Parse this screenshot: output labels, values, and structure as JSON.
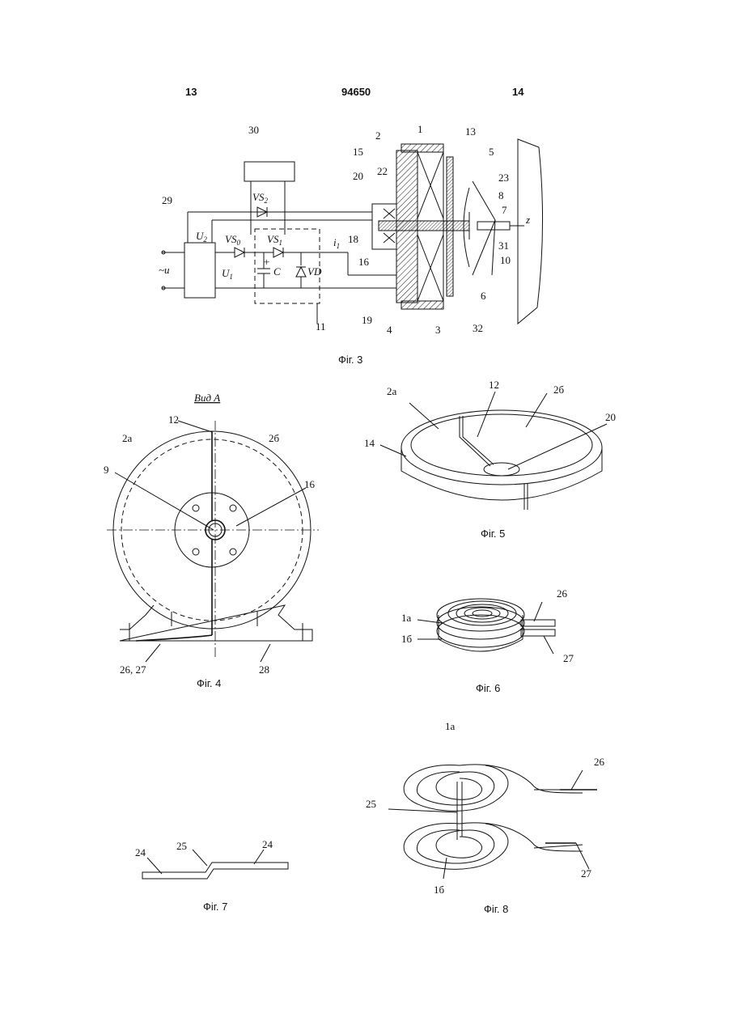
{
  "page_header": {
    "left_page": "13",
    "patent_number": "94650",
    "right_page": "14"
  },
  "captions": {
    "fig3": "Фіг. 3",
    "fig4": "Фіг. 4",
    "fig5": "Фіг. 5",
    "fig6": "Фіг. 6",
    "fig7": "Фіг. 7",
    "fig8": "Фіг. 8"
  },
  "fig3_labels": {
    "l30": "30",
    "l2": "2",
    "l1": "1",
    "l13": "13",
    "l15": "15",
    "l5": "5",
    "l23": "23",
    "l8": "8",
    "l7": "7",
    "lz": "z",
    "l20": "20",
    "l22": "22",
    "l29": "29",
    "l18": "18",
    "l16": "16",
    "l19": "19",
    "l4": "4",
    "l3": "3",
    "l6": "6",
    "l10": "10",
    "l31": "31",
    "l32": "32",
    "l11": "11",
    "vs2": "VS",
    "vs2_sub": "2",
    "vs0": "VS",
    "vs0_sub": "0",
    "vs1": "VS",
    "vs1_sub": "1",
    "u2": "U",
    "u2_sub": "2",
    "u1": "U",
    "u1_sub": "1",
    "u": "~u",
    "c": "C",
    "vd": "VD",
    "plus": "+",
    "i1": "i",
    "i1_sub": "1"
  },
  "fig4_labels": {
    "title": "Вид А",
    "l12": "12",
    "l2a": "2а",
    "l2b": "2б",
    "l9": "9",
    "l16": "16",
    "l2627": "26, 27",
    "l28": "28"
  },
  "fig5_labels": {
    "l2a": "2а",
    "l12": "12",
    "l2b": "2б",
    "l20": "20",
    "l14": "14"
  },
  "fig6_labels": {
    "l26": "26",
    "l1a": "1а",
    "l1b": "1б",
    "l27": "27"
  },
  "fig7_labels": {
    "l24a": "24",
    "l25": "25",
    "l24b": "24"
  },
  "fig8_labels": {
    "l1a": "1а",
    "l26": "26",
    "l25": "25",
    "l1b": "1б",
    "l27": "27"
  }
}
